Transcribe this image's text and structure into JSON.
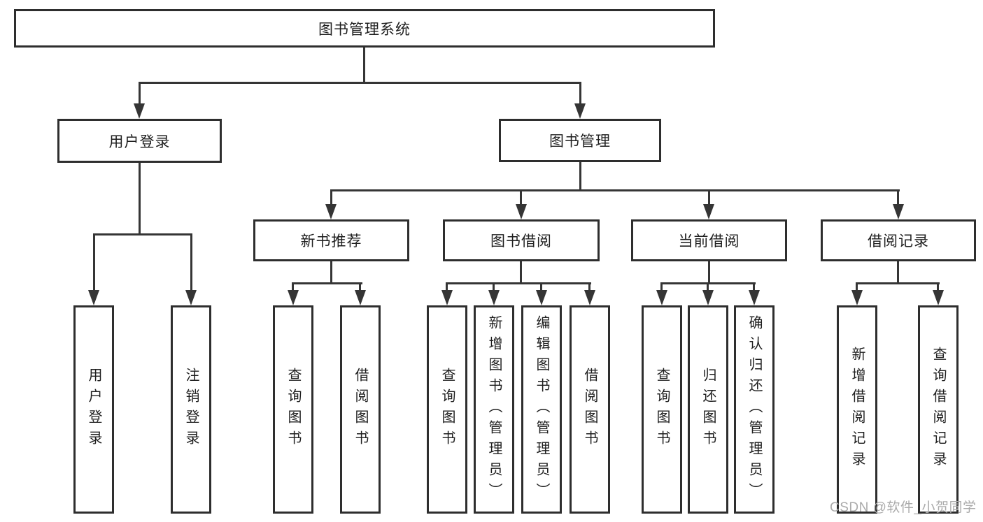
{
  "tree": {
    "label": "图书管理系统",
    "children": [
      {
        "label": "用户登录",
        "children": [
          {
            "label": "用户登录"
          },
          {
            "label": "注销登录"
          }
        ]
      },
      {
        "label": "图书管理",
        "children": [
          {
            "label": "新书推荐",
            "children": [
              {
                "label": "查询图书"
              },
              {
                "label": "借阅图书"
              }
            ]
          },
          {
            "label": "图书借阅",
            "children": [
              {
                "label": "查询图书"
              },
              {
                "label": "新增图书（管理员）"
              },
              {
                "label": "编辑图书（管理员）"
              },
              {
                "label": "借阅图书"
              }
            ]
          },
          {
            "label": "当前借阅",
            "children": [
              {
                "label": "查询图书"
              },
              {
                "label": "归还图书"
              },
              {
                "label": "确认归还（管理员）"
              }
            ]
          },
          {
            "label": "借阅记录",
            "children": [
              {
                "label": "新增借阅记录"
              },
              {
                "label": "查询借阅记录"
              }
            ]
          }
        ]
      }
    ]
  },
  "watermark": {
    "text": "CSDN @软件_小贺同学"
  },
  "colors": {
    "line": "#353535",
    "box_border": "#2e2e2e",
    "text": "#1f1f1f",
    "watermark": "#ababab",
    "background": "#ffffff"
  }
}
